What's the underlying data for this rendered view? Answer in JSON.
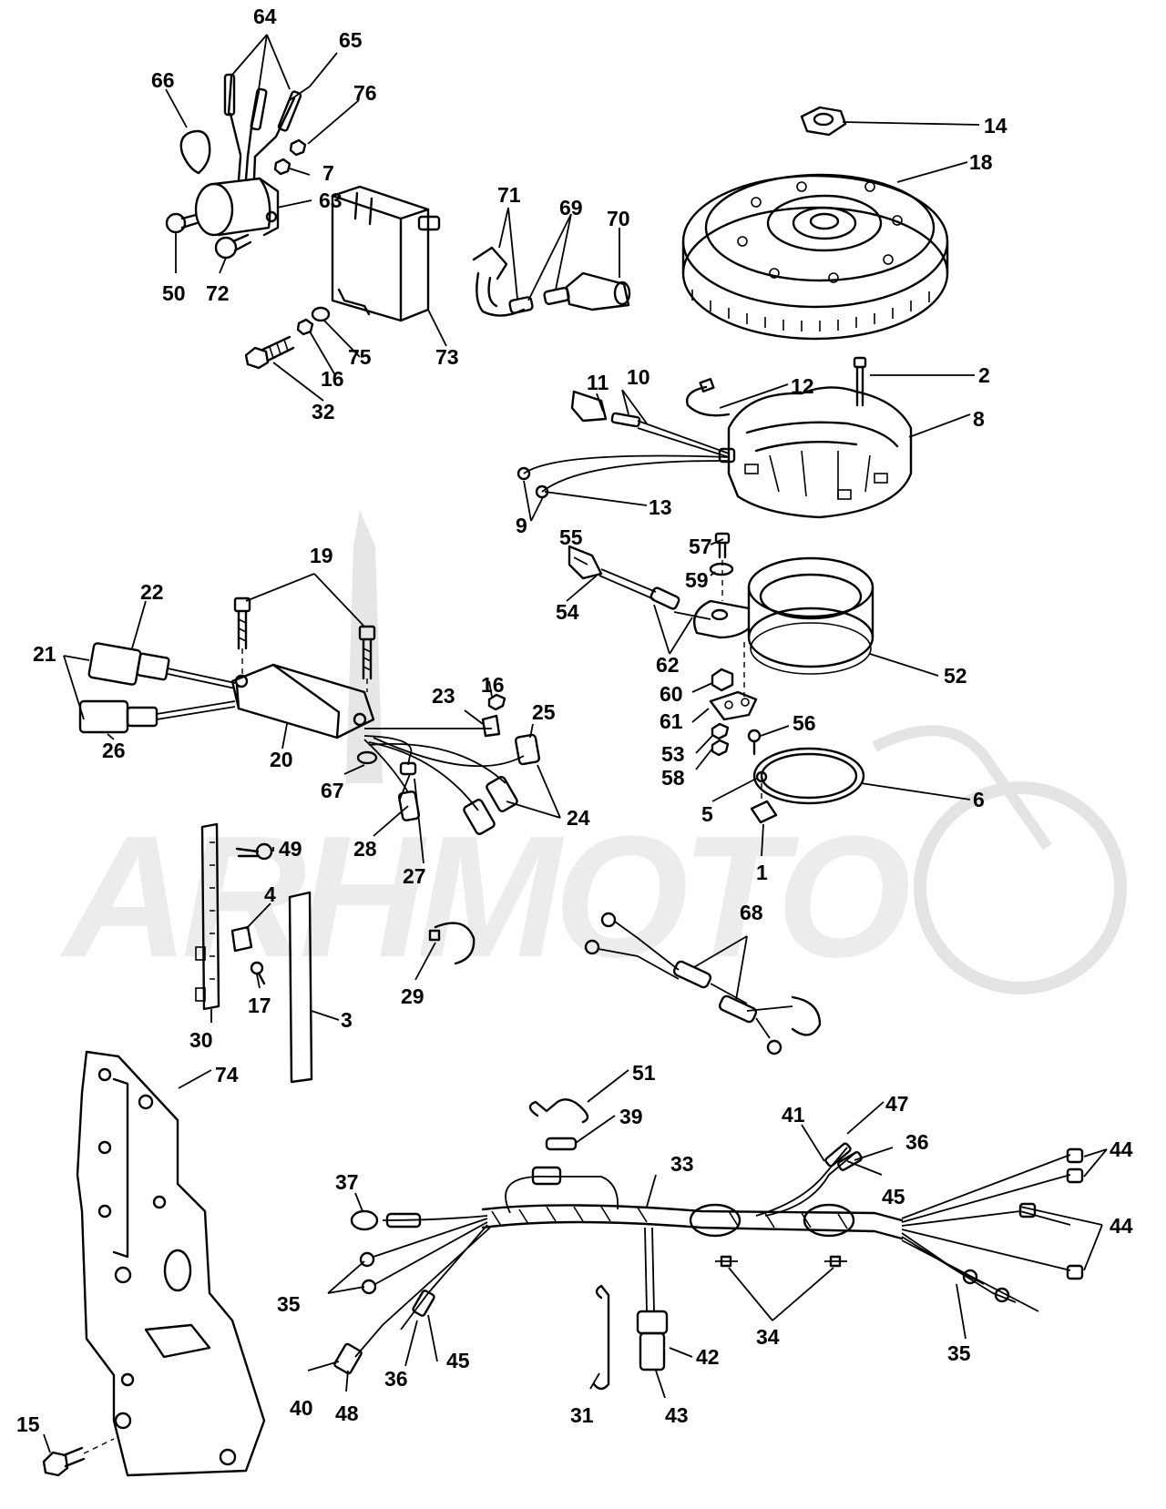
{
  "watermark": {
    "text": "ARHMOTO"
  },
  "callouts": [
    {
      "id": "c64",
      "text": "64"
    },
    {
      "id": "c65",
      "text": "65"
    },
    {
      "id": "c66",
      "text": "66"
    },
    {
      "id": "c76",
      "text": "76"
    },
    {
      "id": "c7",
      "text": "7"
    },
    {
      "id": "c63",
      "text": "63"
    },
    {
      "id": "c50",
      "text": "50"
    },
    {
      "id": "c72",
      "text": "72"
    },
    {
      "id": "c71",
      "text": "71"
    },
    {
      "id": "c69",
      "text": "69"
    },
    {
      "id": "c70",
      "text": "70"
    },
    {
      "id": "c73",
      "text": "73"
    },
    {
      "id": "c75",
      "text": "75"
    },
    {
      "id": "c16a",
      "text": "16"
    },
    {
      "id": "c32",
      "text": "32"
    },
    {
      "id": "c14",
      "text": "14"
    },
    {
      "id": "c18",
      "text": "18"
    },
    {
      "id": "c2",
      "text": "2"
    },
    {
      "id": "c12",
      "text": "12"
    },
    {
      "id": "c11",
      "text": "11"
    },
    {
      "id": "c10",
      "text": "10"
    },
    {
      "id": "c8",
      "text": "8"
    },
    {
      "id": "c13",
      "text": "13"
    },
    {
      "id": "c9",
      "text": "9"
    },
    {
      "id": "c19",
      "text": "19"
    },
    {
      "id": "c22",
      "text": "22"
    },
    {
      "id": "c21",
      "text": "21"
    },
    {
      "id": "c26",
      "text": "26"
    },
    {
      "id": "c20",
      "text": "20"
    },
    {
      "id": "c23",
      "text": "23"
    },
    {
      "id": "c16b",
      "text": "16"
    },
    {
      "id": "c25",
      "text": "25"
    },
    {
      "id": "c67",
      "text": "67"
    },
    {
      "id": "c24",
      "text": "24"
    },
    {
      "id": "c28",
      "text": "28"
    },
    {
      "id": "c27",
      "text": "27"
    },
    {
      "id": "c55",
      "text": "55"
    },
    {
      "id": "c54",
      "text": "54"
    },
    {
      "id": "c57",
      "text": "57"
    },
    {
      "id": "c59",
      "text": "59"
    },
    {
      "id": "c62",
      "text": "62"
    },
    {
      "id": "c52",
      "text": "52"
    },
    {
      "id": "c60",
      "text": "60"
    },
    {
      "id": "c61",
      "text": "61"
    },
    {
      "id": "c56",
      "text": "56"
    },
    {
      "id": "c53",
      "text": "53"
    },
    {
      "id": "c58",
      "text": "58"
    },
    {
      "id": "c6",
      "text": "6"
    },
    {
      "id": "c5",
      "text": "5"
    },
    {
      "id": "c1",
      "text": "1"
    },
    {
      "id": "c49",
      "text": "49"
    },
    {
      "id": "c4",
      "text": "4"
    },
    {
      "id": "c17",
      "text": "17"
    },
    {
      "id": "c30",
      "text": "30"
    },
    {
      "id": "c3",
      "text": "3"
    },
    {
      "id": "c29",
      "text": "29"
    },
    {
      "id": "c68",
      "text": "68"
    },
    {
      "id": "c74",
      "text": "74"
    },
    {
      "id": "c51",
      "text": "51"
    },
    {
      "id": "c39",
      "text": "39"
    },
    {
      "id": "c41",
      "text": "41"
    },
    {
      "id": "c47",
      "text": "47"
    },
    {
      "id": "c36a",
      "text": "36"
    },
    {
      "id": "c44a",
      "text": "44"
    },
    {
      "id": "c33",
      "text": "33"
    },
    {
      "id": "c37",
      "text": "37"
    },
    {
      "id": "c45a",
      "text": "45"
    },
    {
      "id": "c44b",
      "text": "44"
    },
    {
      "id": "c35a",
      "text": "35"
    },
    {
      "id": "c34",
      "text": "34"
    },
    {
      "id": "c35b",
      "text": "35"
    },
    {
      "id": "c42",
      "text": "42"
    },
    {
      "id": "c36b",
      "text": "36"
    },
    {
      "id": "c45b",
      "text": "45"
    },
    {
      "id": "c40",
      "text": "40"
    },
    {
      "id": "c48",
      "text": "48"
    },
    {
      "id": "c31",
      "text": "31"
    },
    {
      "id": "c43",
      "text": "43"
    },
    {
      "id": "c15",
      "text": "15"
    }
  ]
}
